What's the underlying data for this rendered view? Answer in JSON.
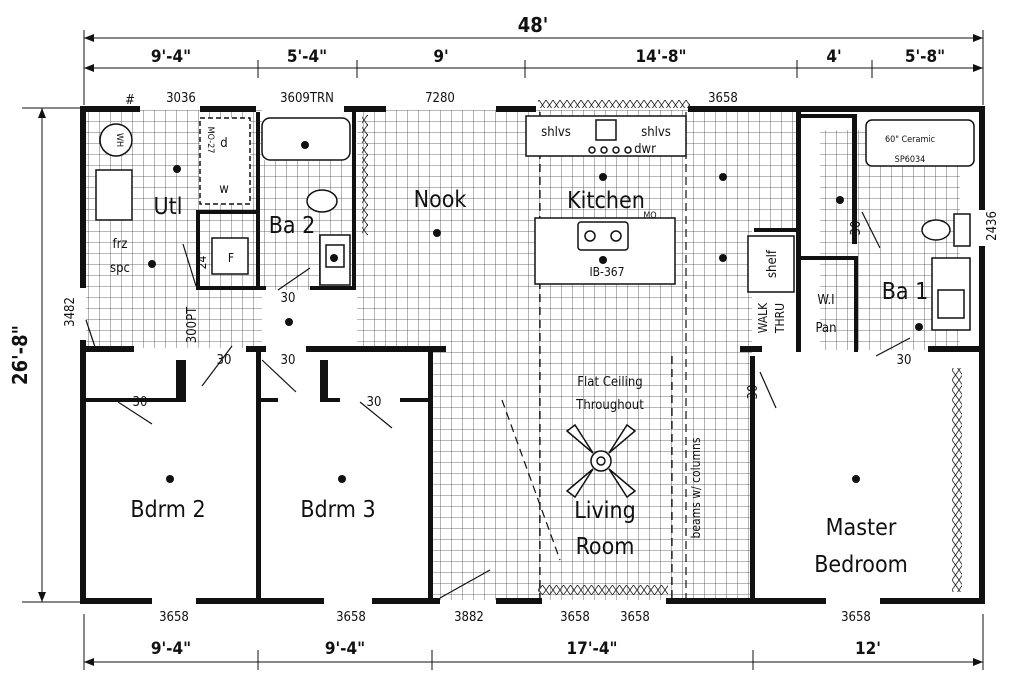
{
  "dimensions": {
    "overall_width": "48'",
    "overall_depth": "26'-8\"",
    "top": [
      "9'-4\"",
      "5'-4\"",
      "9'",
      "14'-8\"",
      "4'",
      "5'-8\""
    ],
    "bottom": [
      "9'-4\"",
      "9'-4\"",
      "17'-4\"",
      "12'"
    ]
  },
  "windows": {
    "top": [
      "3036",
      "3609TRN",
      "7280",
      "3658"
    ],
    "bottom": [
      "3658",
      "3658",
      "3882",
      "3658",
      "3658",
      "3658"
    ],
    "left": "3482",
    "right": "2436"
  },
  "rooms": {
    "utl": "Utl",
    "frz": "frz",
    "spc": "spc",
    "ba2": "Ba 2",
    "nook": "Nook",
    "kitchen": "Kitchen",
    "ba1": "Ba 1",
    "bdrm2": "Bdrm 2",
    "bdrm3": "Bdrm 3",
    "living1": "Living",
    "living2": "Room",
    "master1": "Master",
    "master2": "Bedroom",
    "wi1": "W.I",
    "wi2": "Pan"
  },
  "labels": {
    "hash": "#",
    "wh": "WH",
    "dryer": "d",
    "washer": "w",
    "mo27": "MO-27",
    "furnace": "F",
    "size24": "24\"",
    "shelves_left": "shlvs",
    "shelves_right": "shlvs",
    "dishwasher": "dwr",
    "mo": "MO",
    "island": "IB-367",
    "shelf": "shelf",
    "walk": "WALK",
    "thru": "THRU",
    "ceramic": "60\" Ceramic",
    "sp6034": "SP6034",
    "ceiling1": "Flat Ceiling",
    "ceiling2": "Throughout",
    "beams": "beams w/ columns",
    "door300pt": "300PT"
  },
  "doors": {
    "d30_ba2": "30",
    "d30_util_left": "30",
    "d30_util_right": "30",
    "d30_bdrm2": "30",
    "d30_bdrm3": "30",
    "d30_master": "30",
    "d30_ba1_top": "30",
    "d30_ba1_bottom": "30"
  }
}
